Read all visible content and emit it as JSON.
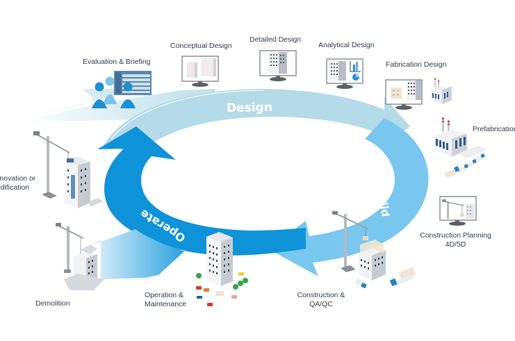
{
  "diagram": {
    "title": "BIM building lifecycle",
    "phases": [
      {
        "id": "design",
        "label": "Design",
        "color": "#b4dbe7"
      },
      {
        "id": "build",
        "label": "Build",
        "color": "#79c7ee"
      },
      {
        "id": "operate",
        "label": "Operate",
        "color": "#0f93d8"
      }
    ],
    "stages": [
      {
        "id": "evaluation",
        "label": "Evaluation & Briefing",
        "icon": "team-meeting-icon"
      },
      {
        "id": "conceptual",
        "label": "Conceptual Design",
        "icon": "monitor-massing-icon"
      },
      {
        "id": "detailed",
        "label": "Detailed Design",
        "icon": "monitor-building-icon"
      },
      {
        "id": "analytical",
        "label": "Analytical Design",
        "icon": "monitor-analysis-icon"
      },
      {
        "id": "fabrication",
        "label": "Fabrication Design",
        "icon": "monitor-fabrication-icon"
      },
      {
        "id": "prefabrication",
        "label": "Prefabrication",
        "icon": "factory-icon"
      },
      {
        "id": "planning",
        "label_line1": "Construction Planning",
        "label_line2": "4D/5D",
        "icon": "monitor-crane-icon"
      },
      {
        "id": "construction",
        "label_line1": "Construction &",
        "label_line2": "QA/QC",
        "icon": "construction-site-icon"
      },
      {
        "id": "operation",
        "label_line1": "Operation &",
        "label_line2": "Maintenance",
        "icon": "city-block-icon"
      },
      {
        "id": "demolition",
        "label": "Demolition",
        "icon": "demolition-icon"
      },
      {
        "id": "renovation",
        "label_line1": "Renovation or",
        "label_line2": "Modification",
        "icon": "crane-building-icon"
      }
    ],
    "colors": {
      "text": "#2b3a4e",
      "design_light": "#cfe8f0",
      "design": "#b4dbe7",
      "build": "#79c7ee",
      "operate": "#0f93d8",
      "accent_dark": "#1a7fc4"
    }
  }
}
